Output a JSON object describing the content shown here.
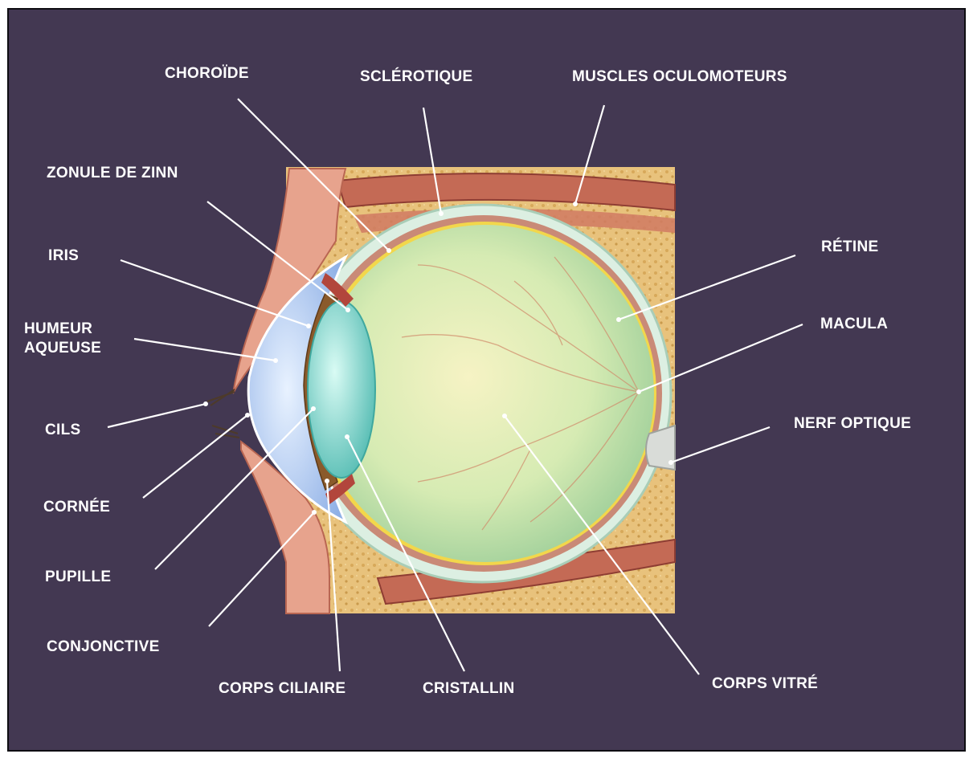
{
  "labels": {
    "choroide": "CHOROÏDE",
    "sclerotique": "SCLÉROTIQUE",
    "muscles_oculomoteurs": "MUSCLES OCULOMOTEURS",
    "zonule_de_zinn": "ZONULE DE ZINN",
    "iris": "IRIS",
    "humeur_aqueuse_line1": "HUMEUR",
    "humeur_aqueuse_line2": "AQUEUSE",
    "cils": "CILS",
    "cornee": "CORNÉE",
    "pupille": "PUPILLE",
    "conjonctive": "CONJONCTIVE",
    "corps_ciliaire": "CORPS CILIAIRE",
    "cristallin": "CRISTALLIN",
    "corps_vitre": "CORPS VITRÉ",
    "retine": "RÉTINE",
    "macula": "MACULA",
    "nerf_optique": "NERF OPTIQUE"
  },
  "colors": {
    "background": "#433852",
    "label_text": "#ffffff",
    "leader_line": "#ffffff",
    "fat_tissue": "#e6c07a",
    "sclera": "#d7eadc",
    "vitreous": "#cfe6a8",
    "muscle": "#b8574a",
    "eyelid_skin": "#e7a38d",
    "lens": "#7fd3c7",
    "iris": "#8a5a2b",
    "retina_line": "#f2d74b"
  }
}
